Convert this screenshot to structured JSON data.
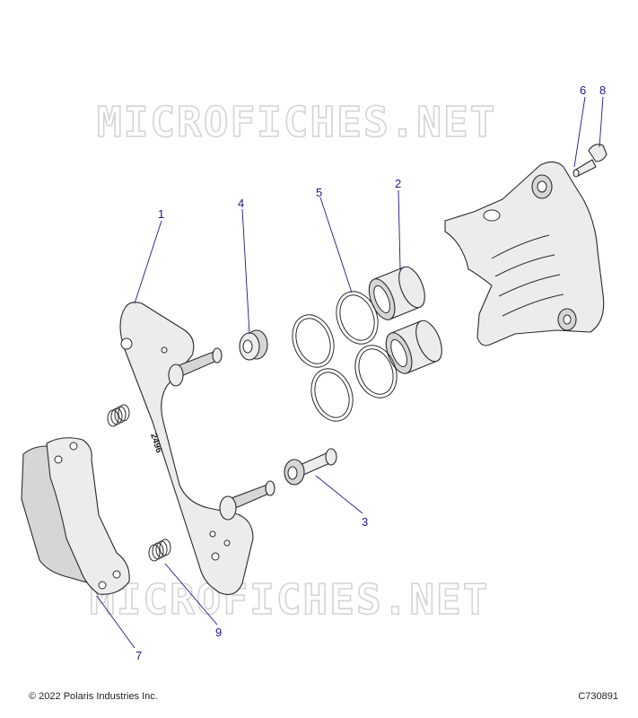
{
  "watermark": "MICROFICHES.NET",
  "callouts": {
    "c1": "1",
    "c2": "2",
    "c3": "3",
    "c4": "4",
    "c5": "5",
    "c6": "6",
    "c7": "7",
    "c8": "8",
    "c9": "9"
  },
  "bracket_marking": "2496",
  "footer": {
    "copyright": "© 2022 Polaris Industries Inc.",
    "drawing_id": "C730891"
  },
  "colors": {
    "callout": "#1a1a8c",
    "part_fill": "#ececec",
    "outline": "#2a2a2a",
    "watermark": "#d4d4d4"
  }
}
